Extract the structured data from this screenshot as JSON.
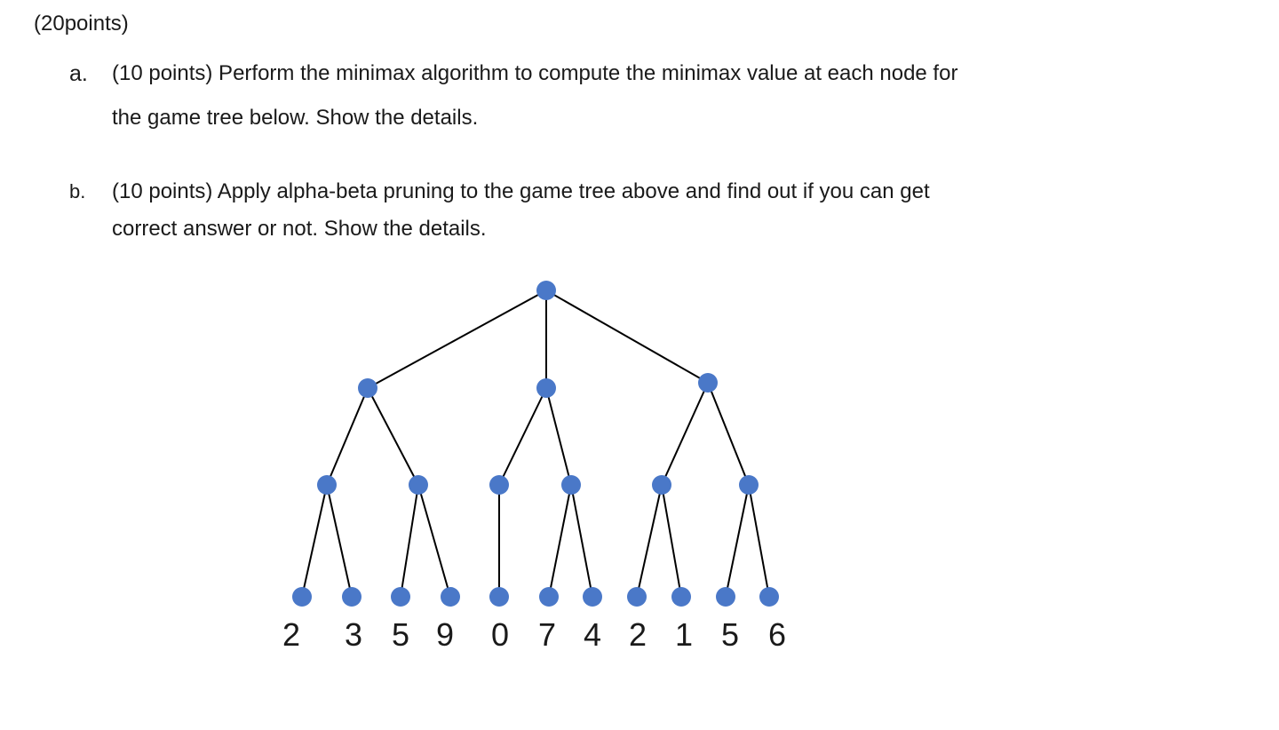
{
  "header": {
    "title": "(20points)"
  },
  "questions": [
    {
      "marker": "a.",
      "lines": [
        "(10 points) Perform the minimax algorithm to compute the minimax value at each node for",
        "the game tree below. Show the details."
      ]
    },
    {
      "marker": "b.",
      "lines": [
        "(10 points) Apply alpha-beta pruning to the game tree above and find out if you can get",
        "correct answer or not. Show the details."
      ]
    }
  ],
  "tree": {
    "node_color": "#4a78c8",
    "edge_color": "#000000",
    "leaf_values": [
      "2",
      "3",
      "5",
      "9",
      "0",
      "7",
      "4",
      "2",
      "1",
      "5",
      "6"
    ]
  }
}
